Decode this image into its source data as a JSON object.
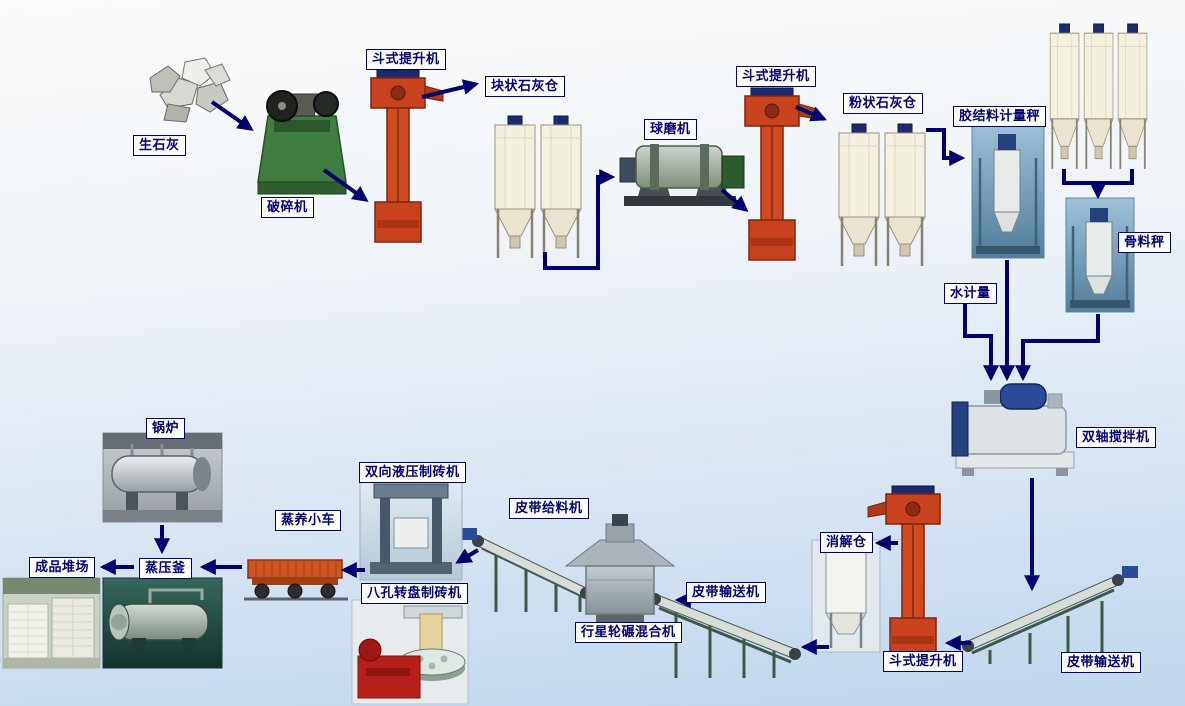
{
  "diagram": {
    "type": "process-flow",
    "language": "zh-CN"
  },
  "labels": {
    "quicklime": "生石灰",
    "crusher": "破碎机",
    "bucket_elevator_1": "斗式提升机",
    "block_lime_silo": "块状石灰仓",
    "ball_mill": "球磨机",
    "bucket_elevator_2": "斗式提升机",
    "powder_lime_silo": "粉状石灰仓",
    "binder_metering_scale": "胶结料计量秤",
    "aggregate_scale": "骨料秤",
    "water_metering": "水计量",
    "double_shaft_mixer": "双轴搅拌机",
    "digestion_silo": "消解仓",
    "bucket_elevator_3": "斗式提升机",
    "belt_conveyor_right": "皮带输送机",
    "belt_conveyor_mid": "皮带输送机",
    "planetary_mixer": "行星轮碾混合机",
    "belt_feeder": "皮带给料机",
    "rotary_brick_machine": "八孔转盘制砖机",
    "hydraulic_brick_machine": "双向液压制砖机",
    "curing_trolley": "蒸养小车",
    "autoclave": "蒸压釜",
    "product_yard": "成品堆场",
    "boiler": "锅炉"
  },
  "colors": {
    "background_top": "#fafbfc",
    "background_bottom": "#bfd6ec",
    "arrow": "#000070",
    "label_border": "#000070",
    "label_text": "#000078",
    "label_background": "#fcfcf6",
    "elevator_red": "#c8431d",
    "crusher_green": "#3f7d3f",
    "silo_cream": "#f4f0e0"
  },
  "flow_edges": [
    {
      "from": "quicklime",
      "to": "crusher"
    },
    {
      "from": "crusher",
      "to": "bucket_elevator_1"
    },
    {
      "from": "bucket_elevator_1",
      "to": "block_lime_silo"
    },
    {
      "from": "block_lime_silo",
      "to": "ball_mill"
    },
    {
      "from": "ball_mill",
      "to": "bucket_elevator_2"
    },
    {
      "from": "bucket_elevator_2",
      "to": "powder_lime_silo"
    },
    {
      "from": "powder_lime_silo",
      "to": "binder_metering_scale"
    },
    {
      "from": "aggregate_silos",
      "to": "aggregate_scale"
    },
    {
      "from": "binder_metering_scale",
      "to": "double_shaft_mixer"
    },
    {
      "from": "water_metering",
      "to": "double_shaft_mixer"
    },
    {
      "from": "aggregate_scale",
      "to": "double_shaft_mixer"
    },
    {
      "from": "double_shaft_mixer",
      "to": "belt_conveyor_right"
    },
    {
      "from": "belt_conveyor_right",
      "to": "bucket_elevator_3"
    },
    {
      "from": "bucket_elevator_3",
      "to": "digestion_silo"
    },
    {
      "from": "digestion_silo",
      "to": "belt_conveyor_mid"
    },
    {
      "from": "belt_conveyor_mid",
      "to": "planetary_mixer"
    },
    {
      "from": "planetary_mixer",
      "to": "belt_feeder"
    },
    {
      "from": "belt_feeder",
      "to": "brick_machines"
    },
    {
      "from": "brick_machines",
      "to": "curing_trolley"
    },
    {
      "from": "curing_trolley",
      "to": "autoclave"
    },
    {
      "from": "autoclave",
      "to": "product_yard"
    },
    {
      "from": "boiler",
      "to": "autoclave"
    }
  ]
}
